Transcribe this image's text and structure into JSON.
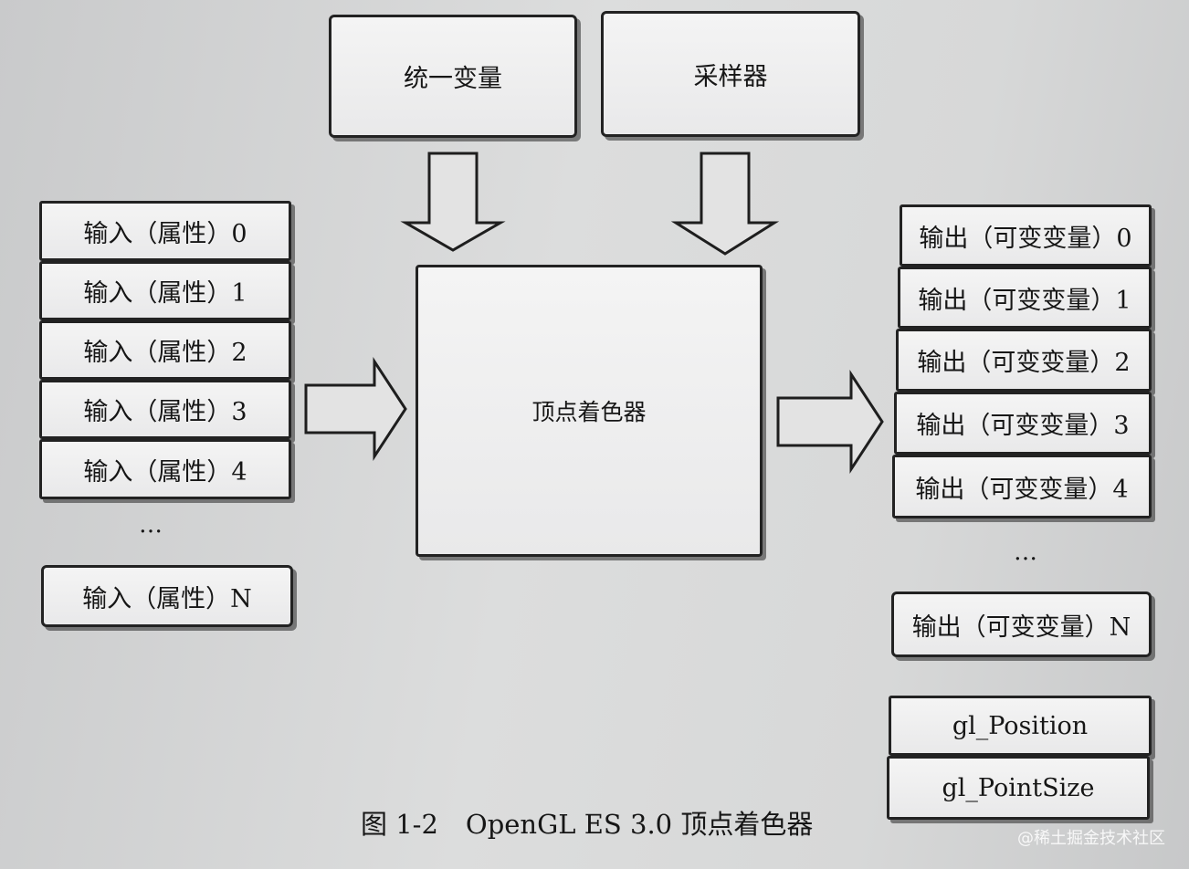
{
  "top_inputs": {
    "uniforms": "统一变量",
    "samplers": "采样器"
  },
  "shader": {
    "label": "顶点着色器"
  },
  "inputs": {
    "items": [
      "输入（属性）0",
      "输入（属性）1",
      "输入（属性）2",
      "输入（属性）3",
      "输入（属性）4"
    ],
    "ellipsis": "…",
    "last": "输入（属性）N"
  },
  "outputs": {
    "items": [
      "输出（可变变量）0",
      "输出（可变变量）1",
      "输出（可变变量）2",
      "输出（可变变量）3",
      "输出（可变变量）4"
    ],
    "ellipsis": "…",
    "last": "输出（可变变量）N"
  },
  "builtins": {
    "position": "gl_Position",
    "point_size": "gl_PointSize"
  },
  "caption": {
    "number": "图 1-2",
    "text": "OpenGL ES 3.0 顶点着色器"
  },
  "watermark": "@稀土掘金技术社区",
  "icons": [
    "arrow-down-icon",
    "arrow-down-icon",
    "arrow-right-icon",
    "arrow-right-icon"
  ]
}
